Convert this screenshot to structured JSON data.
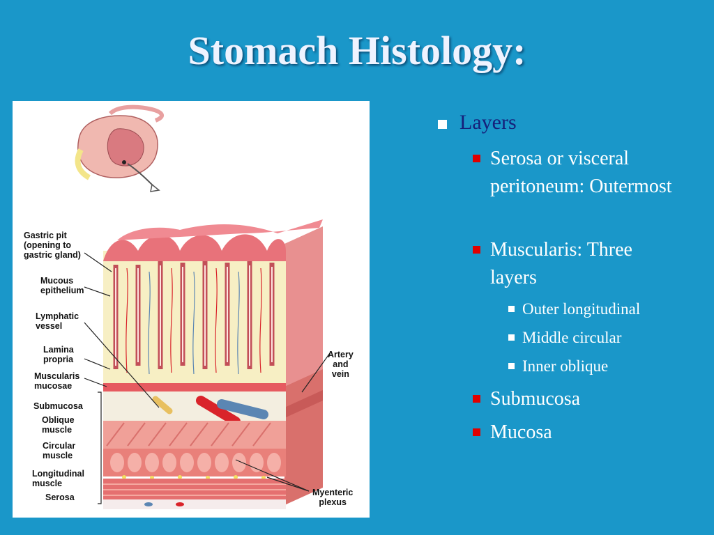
{
  "slide": {
    "title": "Stomach Histology:",
    "background_color": "#1a97c9",
    "title_color": "#eef3ff"
  },
  "figure": {
    "labels": {
      "gastric_pit": "Gastric pit\n(opening to\ngastric gland)",
      "mucous_epithelium": "Mucous\nepithelium",
      "lymphatic_vessel": "Lymphatic\nvessel",
      "lamina_propria": "Lamina\npropria",
      "muscularis_mucosae": "Muscularis\nmucosae",
      "submucosa": "Submucosa",
      "oblique_muscle": "Oblique\nmuscle",
      "circular_muscle": "Circular\nmuscle",
      "longitudinal_muscle": "Longitudinal\nmuscle",
      "serosa": "Serosa",
      "artery_and_vein": "Artery\nand\nvein",
      "myenteric_plexus": "Myenteric\nplexus"
    },
    "colors": {
      "mucosa": "#e8727a",
      "lamina": "#f7efc4",
      "muscle": "#e9807a",
      "submucosa": "#f3eee0",
      "artery": "#d9232a",
      "vein": "#5b86b3",
      "lymph": "#e8c060"
    }
  },
  "bullets": {
    "l1_layers": "Layers",
    "l2_serosa": "Serosa or visceral peritoneum: Outermost",
    "l2_muscularis": "Muscularis: Three layers",
    "l3_outer": "Outer longitudinal",
    "l3_middle": "Middle circular",
    "l3_inner": "Inner oblique",
    "l2_submucosa": "Submucosa",
    "l2_mucosa": "Mucosa"
  },
  "bullet_colors": {
    "level1_marker": "#ffffff",
    "level1_text": "#16207a",
    "level2_marker": "#e00000",
    "level3_marker": "#ffffff",
    "body_text": "#ffffff"
  }
}
